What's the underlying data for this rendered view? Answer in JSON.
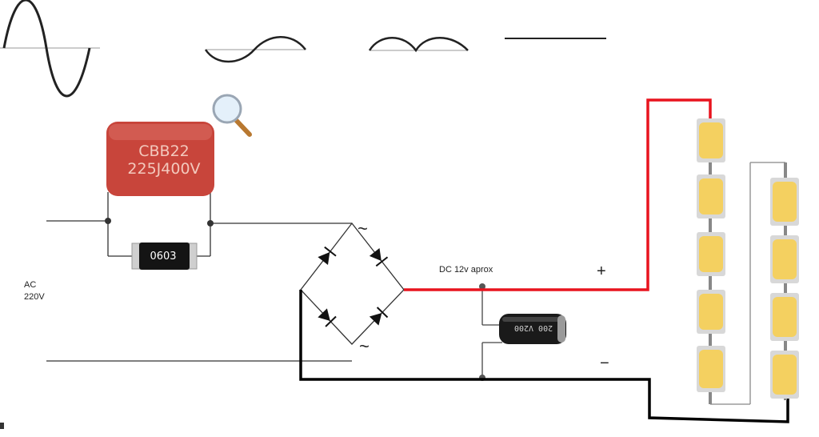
{
  "waveforms": [
    {
      "id": "ac-sine",
      "label": ""
    },
    {
      "id": "reduced-sine",
      "label": ""
    },
    {
      "id": "rectified",
      "label": ""
    },
    {
      "id": "dc-flat",
      "label": ""
    }
  ],
  "labels": {
    "ac_line1": "AC",
    "ac_line2": "220V",
    "dc_label": "DC  12v aprox",
    "plus": "+",
    "minus": "−",
    "tilde_top": "~",
    "tilde_bottom": "~"
  },
  "components": {
    "capacitor_line1": "CBB22",
    "capacitor_line2": "225J400V",
    "resistor_text": "0603",
    "electrolytic_text": "200 V200"
  },
  "icons": [
    "magnifier-icon"
  ],
  "colors": {
    "positive_wire": "#e8141e",
    "negative_wire": "#000000",
    "ac_wire": "#333333",
    "capacitor_body": "#c9443a",
    "led_body": "#f4d060"
  }
}
